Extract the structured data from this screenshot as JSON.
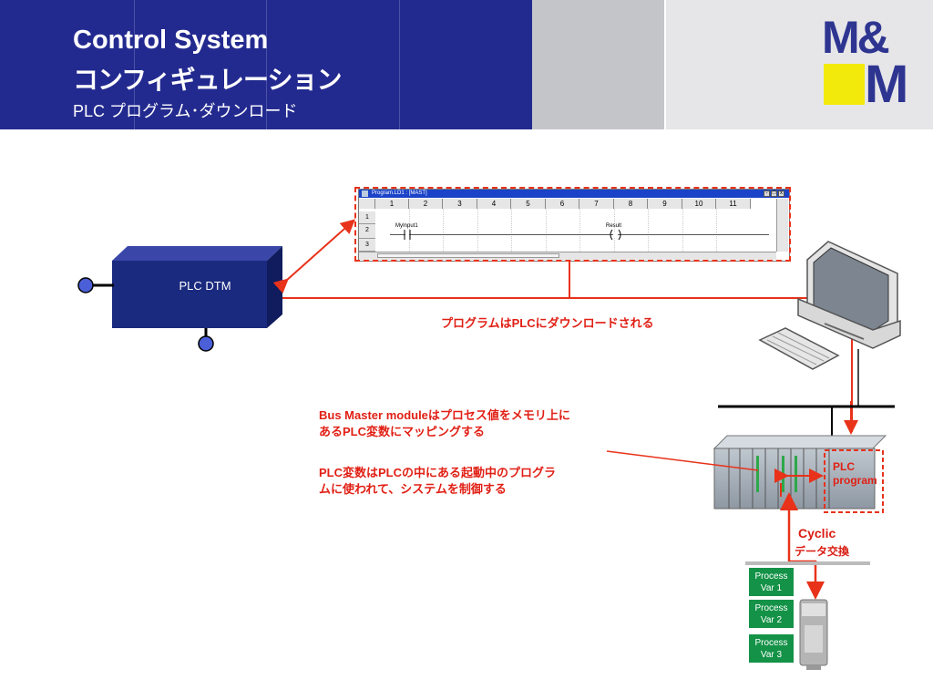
{
  "header": {
    "title_line1": "Control System",
    "title_line2": "コンフィギュレーション",
    "title_line3": "PLC プログラム･ダウンロード",
    "logo_top": "M&",
    "logo_bottom": "M"
  },
  "plc_dtm": {
    "label": "PLC DTM"
  },
  "editor_window": {
    "title": "Program.LD1 : [MAST]",
    "columns": [
      "1",
      "2",
      "3",
      "4",
      "5",
      "6",
      "7",
      "8",
      "9",
      "10",
      "11"
    ],
    "rows": [
      "1",
      "2",
      "3"
    ],
    "contact_label": "MyInput1",
    "coil_label": "Result"
  },
  "labels": {
    "download": "プログラムはPLCにダウンロードされる",
    "note_line1": "Bus Master moduleはプロセス値をメモリ上に",
    "note_line2": "あるPLC変数にマッピングする",
    "note_line3": "PLC変数はPLCの中にある起動中のプログラ",
    "note_line4": "ムに使われて、システムを制御する",
    "plc_program_1": "PLC",
    "plc_program_2": "program",
    "cyclic_1": "Cyclic",
    "cyclic_2": "データ交換"
  },
  "process_vars": [
    {
      "line1": "Process",
      "line2": "Var 1"
    },
    {
      "line1": "Process",
      "line2": "Var 2"
    },
    {
      "line1": "Process",
      "line2": "Var 3"
    }
  ],
  "colors": {
    "header_blue": "#232a8f",
    "accent_red": "#e11f14",
    "process_green": "#149247",
    "logo_yellow": "#f2ea0a"
  }
}
